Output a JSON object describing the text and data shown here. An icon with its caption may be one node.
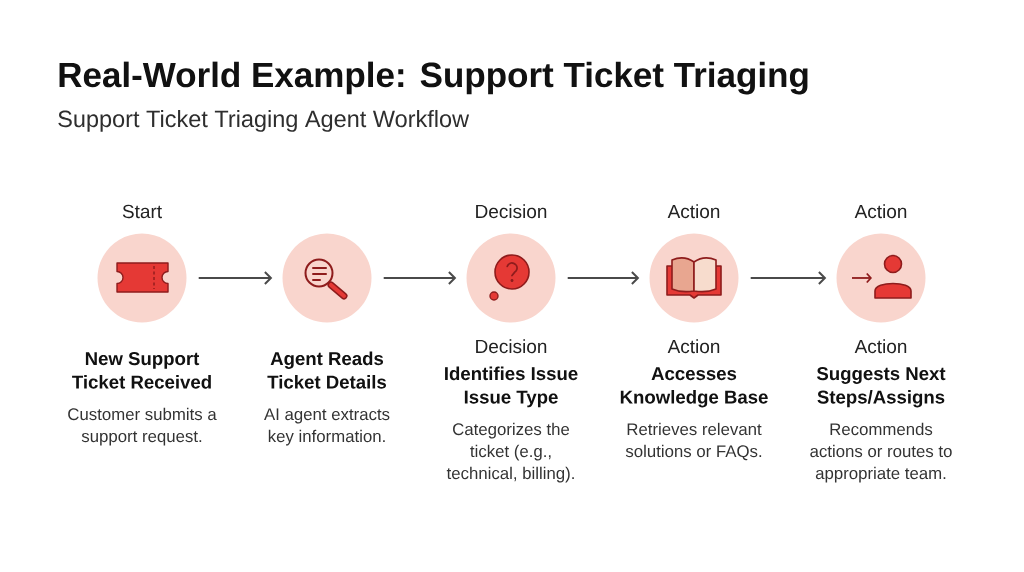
{
  "diagram": {
    "title": "Real-World Example: Support Ticket Triaging",
    "nodes": [
      {
        "text": [
          "New Support Ticket Received",
          "Customer submits a support request."
        ],
        "beside": [
          "Start"
        ]
      },
      {
        "text": [
          "Agent Reads Ticket Details",
          "AI agent extracts key information."
        ]
      },
      {
        "text": [
          "Decision",
          "Identifies Issue Issue Type",
          "Categorizes the ticket (e.g., technical, billing)."
        ],
        "beside": [
          "Decision"
        ]
      },
      {
        "text": [
          "Action",
          "Accesses Knowledge Base",
          "Retrieves relevant solutions or FAQs."
        ],
        "beside": [
          "Action"
        ]
      },
      {
        "text": [
          "Action",
          "Suggests Next Steps/Assigns",
          "Recommends actions or routes to appropriate team."
        ],
        "beside": [
          "Action"
        ]
      }
    ],
    "edges": [
      {
        "from": 0,
        "to": 1,
        "arrow": "to"
      },
      {
        "from": 1,
        "to": 2,
        "arrow": "to"
      },
      {
        "from": 2,
        "to": 3,
        "arrow": "to"
      },
      {
        "from": 3,
        "to": 4,
        "arrow": "to"
      }
    ],
    "labels": [
      "Support Ticket Triaging Agent Workflow"
    ]
  }
}
